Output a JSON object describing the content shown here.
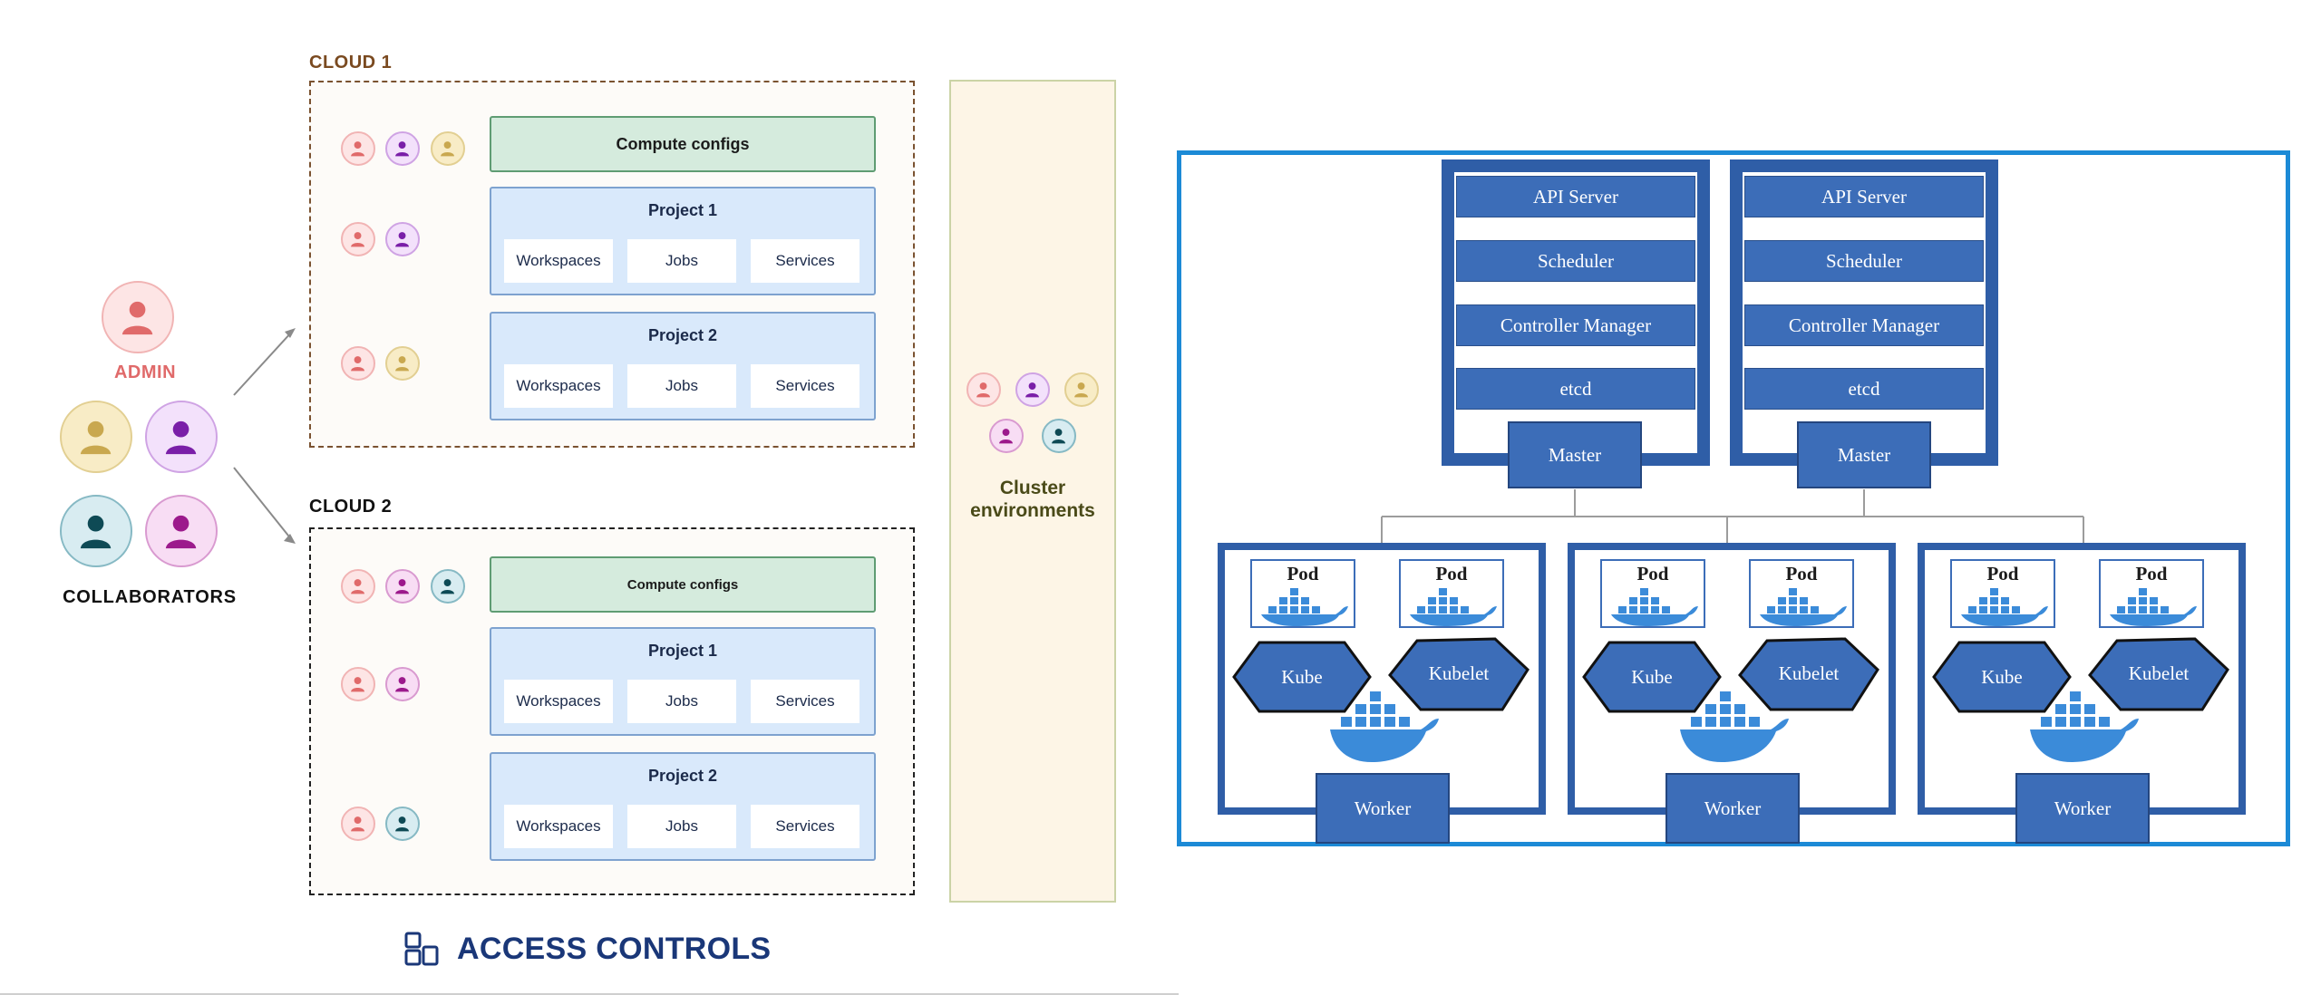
{
  "left_diagram": {
    "admin_label": "ADMIN",
    "collaborators_label": "COLLABORATORS",
    "clouds": [
      {
        "title": "CLOUD 1",
        "compute_label": "Compute configs",
        "projects": [
          {
            "title": "Project 1",
            "items": [
              "Workspaces",
              "Jobs",
              "Services"
            ]
          },
          {
            "title": "Project 2",
            "items": [
              "Workspaces",
              "Jobs",
              "Services"
            ]
          }
        ]
      },
      {
        "title": "CLOUD 2",
        "compute_label": "Compute configs",
        "projects": [
          {
            "title": "Project 1",
            "items": [
              "Workspaces",
              "Jobs",
              "Services"
            ]
          },
          {
            "title": "Project 2",
            "items": [
              "Workspaces",
              "Jobs",
              "Services"
            ]
          }
        ]
      }
    ],
    "cluster_label": "Cluster\nenvironments",
    "footer_title": "ACCESS CONTROLS",
    "colors": {
      "red_user": "#e06a6a",
      "purple_user": "#7a1fa8",
      "yellow_user": "#c9a84f",
      "teal_user": "#0e4a55",
      "magenta_user": "#9c1a8c",
      "cloud1_border": "#7a5230",
      "cloud2_border": "#222222",
      "footer_blue": "#1a3778"
    }
  },
  "right_diagram": {
    "masters": [
      {
        "components": [
          "API Server",
          "Scheduler",
          "Controller Manager",
          "etcd"
        ],
        "label": "Master"
      },
      {
        "components": [
          "API Server",
          "Scheduler",
          "Controller Manager",
          "etcd"
        ],
        "label": "Master"
      }
    ],
    "workers": [
      {
        "pods": [
          "Pod",
          "Pod"
        ],
        "kube": "Kube",
        "kubelet": "Kubelet",
        "label": "Worker"
      },
      {
        "pods": [
          "Pod",
          "Pod"
        ],
        "kube": "Kube",
        "kubelet": "Kubelet",
        "label": "Worker"
      },
      {
        "pods": [
          "Pod",
          "Pod"
        ],
        "kube": "Kube",
        "kubelet": "Kubelet",
        "label": "Worker"
      }
    ],
    "colors": {
      "frame": "#1c8ad6",
      "box_blue": "#3c6db8",
      "docker_blue": "#3b8bd9"
    }
  }
}
